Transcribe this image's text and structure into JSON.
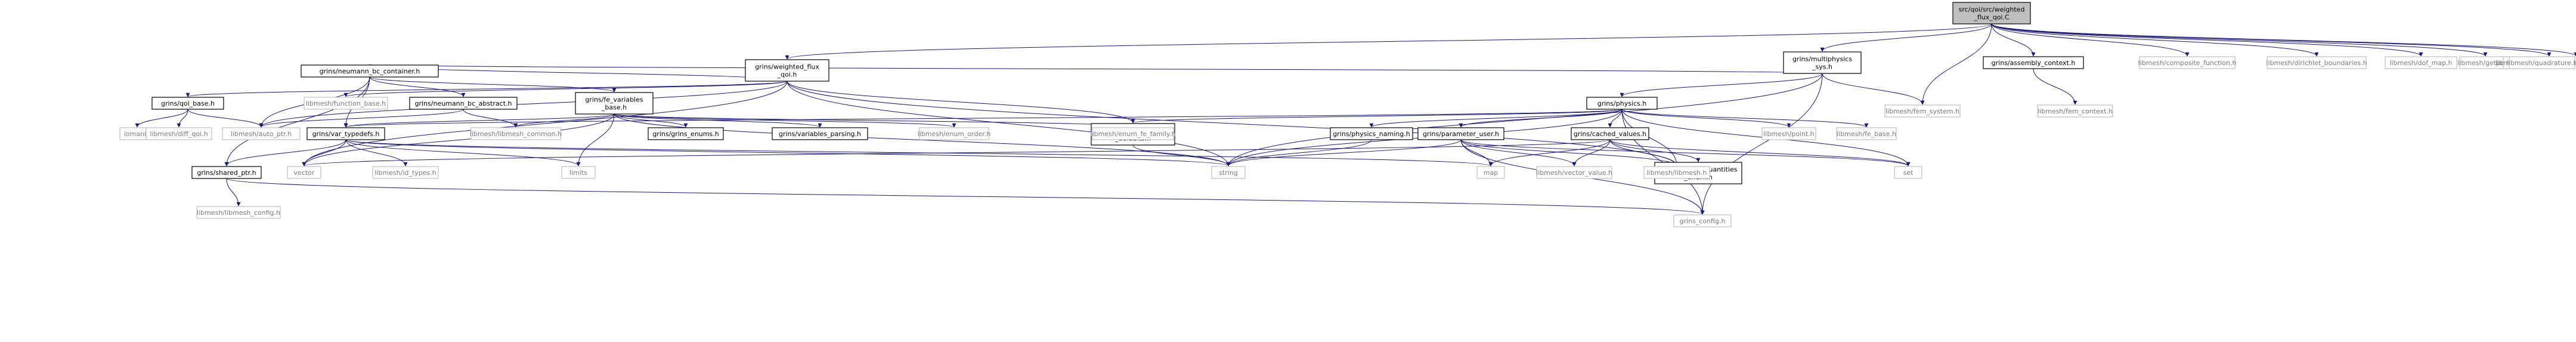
{
  "graph": {
    "colors": {
      "edge": "#191970",
      "root_fill": "#bfbfbf",
      "node_border": "#000000",
      "external_border": "#bfbfbf",
      "external_text": "#7a7a7a"
    },
    "nodes": [
      {
        "id": "root",
        "lines": [
          "src/qoi/src/weighted",
          "_flux_qoi.C"
        ],
        "kind": "root"
      },
      {
        "id": "wfqh",
        "lines": [
          "grins/weighted_flux",
          "_qoi.h"
        ],
        "kind": "box"
      },
      {
        "id": "nbch",
        "lines": [
          "grins/neumann_bc_container.h"
        ],
        "kind": "box"
      },
      {
        "id": "qbh",
        "lines": [
          "grins/qoi_base.h"
        ],
        "kind": "box"
      },
      {
        "id": "nbabs",
        "lines": [
          "grins/neumann_bc_abstract.h"
        ],
        "kind": "box"
      },
      {
        "id": "fevb",
        "lines": [
          "grins/fe_variables",
          "_base.h"
        ],
        "kind": "box"
      },
      {
        "id": "mps",
        "lines": [
          "grins/multiphysics",
          "_sys.h"
        ],
        "kind": "box"
      },
      {
        "id": "asm",
        "lines": [
          "grins/assembly_context.h"
        ],
        "kind": "box"
      },
      {
        "id": "phys",
        "lines": [
          "grins/physics.h"
        ],
        "kind": "box"
      },
      {
        "id": "vtd",
        "lines": [
          "grins/var_typedefs.h"
        ],
        "kind": "box"
      },
      {
        "id": "shp",
        "lines": [
          "grins/shared_ptr.h"
        ],
        "kind": "box"
      },
      {
        "id": "enums",
        "lines": [
          "grins/grins_enums.h"
        ],
        "kind": "box"
      },
      {
        "id": "vpar",
        "lines": [
          "grins/variables_parsing.h"
        ],
        "kind": "box"
      },
      {
        "id": "vnd",
        "lines": [
          "grins/variable_name",
          "_defaults.h"
        ],
        "kind": "box"
      },
      {
        "id": "pnam",
        "lines": [
          "grins/physics_naming.h"
        ],
        "kind": "box"
      },
      {
        "id": "puser",
        "lines": [
          "grins/parameter_user.h"
        ],
        "kind": "box"
      },
      {
        "id": "cval",
        "lines": [
          "grins/cached_values.h"
        ],
        "kind": "box"
      },
      {
        "id": "cqe",
        "lines": [
          "grins/cached_quantities",
          "_enum.h"
        ],
        "kind": "box"
      },
      {
        "id": "comp",
        "lines": [
          "libmesh/composite_function.h"
        ],
        "kind": "ext"
      },
      {
        "id": "dirb",
        "lines": [
          "libmesh/dirichlet_boundaries.h"
        ],
        "kind": "ext"
      },
      {
        "id": "dofm",
        "lines": [
          "libmesh/dof_map.h"
        ],
        "kind": "ext"
      },
      {
        "id": "getp",
        "lines": [
          "libmesh/getpot.h"
        ],
        "kind": "ext"
      },
      {
        "id": "parf",
        "lines": [
          "libmesh/parsed_function.h"
        ],
        "kind": "ext"
      },
      {
        "id": "quad",
        "lines": [
          "libmesh/quadrature.h"
        ],
        "kind": "ext"
      },
      {
        "id": "femsys",
        "lines": [
          "libmesh/fem_system.h"
        ],
        "kind": "ext"
      },
      {
        "id": "femctx",
        "lines": [
          "libmesh/fem_context.h"
        ],
        "kind": "ext"
      },
      {
        "id": "funcb",
        "lines": [
          "libmesh/function_base.h"
        ],
        "kind": "ext"
      },
      {
        "id": "iomanip",
        "lines": [
          "iomanip"
        ],
        "kind": "ext"
      },
      {
        "id": "diffqoi",
        "lines": [
          "libmesh/diff_qoi.h"
        ],
        "kind": "ext"
      },
      {
        "id": "autop",
        "lines": [
          "libmesh/auto_ptr.h"
        ],
        "kind": "ext"
      },
      {
        "id": "lmcom",
        "lines": [
          "libmesh/libmesh_common.h"
        ],
        "kind": "ext"
      },
      {
        "id": "enord",
        "lines": [
          "libmesh/enum_order.h"
        ],
        "kind": "ext"
      },
      {
        "id": "enfam",
        "lines": [
          "libmesh/enum_fe_family.h"
        ],
        "kind": "ext"
      },
      {
        "id": "vector",
        "lines": [
          "vector"
        ],
        "kind": "ext"
      },
      {
        "id": "idt",
        "lines": [
          "libmesh/id_types.h"
        ],
        "kind": "ext"
      },
      {
        "id": "limits",
        "lines": [
          "limits"
        ],
        "kind": "ext"
      },
      {
        "id": "string",
        "lines": [
          "string"
        ],
        "kind": "ext"
      },
      {
        "id": "map",
        "lines": [
          "map"
        ],
        "kind": "ext"
      },
      {
        "id": "vval",
        "lines": [
          "libmesh/vector_value.h"
        ],
        "kind": "ext"
      },
      {
        "id": "lm",
        "lines": [
          "libmesh/libmesh.h"
        ],
        "kind": "ext"
      },
      {
        "id": "set",
        "lines": [
          "set"
        ],
        "kind": "ext"
      },
      {
        "id": "pt",
        "lines": [
          "libmesh/point.h"
        ],
        "kind": "ext"
      },
      {
        "id": "feb",
        "lines": [
          "libmesh/fe_base.h"
        ],
        "kind": "ext"
      },
      {
        "id": "lmcfg",
        "lines": [
          "libmesh/libmesh_config.h"
        ],
        "kind": "ext"
      },
      {
        "id": "gcfg",
        "lines": [
          "grins_config.h"
        ],
        "kind": "ext"
      }
    ],
    "edges": [
      [
        "root",
        "wfqh"
      ],
      [
        "root",
        "mps"
      ],
      [
        "root",
        "asm"
      ],
      [
        "root",
        "comp"
      ],
      [
        "root",
        "dirb"
      ],
      [
        "root",
        "dofm"
      ],
      [
        "root",
        "getp"
      ],
      [
        "root",
        "parf"
      ],
      [
        "root",
        "quad"
      ],
      [
        "root",
        "femsys"
      ],
      [
        "wfqh",
        "nbch"
      ],
      [
        "wfqh",
        "qbh"
      ],
      [
        "wfqh",
        "funcb"
      ],
      [
        "wfqh",
        "autop"
      ],
      [
        "wfqh",
        "vnd"
      ],
      [
        "wfqh",
        "vector"
      ],
      [
        "wfqh",
        "string"
      ],
      [
        "wfqh",
        "lm"
      ],
      [
        "nbch",
        "nbabs"
      ],
      [
        "nbch",
        "fevb"
      ],
      [
        "nbch",
        "autop"
      ],
      [
        "nbch",
        "vtd"
      ],
      [
        "nbch",
        "shp"
      ],
      [
        "qbh",
        "iomanip"
      ],
      [
        "qbh",
        "diffqoi"
      ],
      [
        "qbh",
        "autop"
      ],
      [
        "nbabs",
        "lmcom"
      ],
      [
        "nbabs",
        "autop"
      ],
      [
        "fevb",
        "vtd"
      ],
      [
        "fevb",
        "lmcom"
      ],
      [
        "fevb",
        "enums"
      ],
      [
        "fevb",
        "vpar"
      ],
      [
        "fevb",
        "enord"
      ],
      [
        "fevb",
        "enfam"
      ],
      [
        "fevb",
        "string"
      ],
      [
        "fevb",
        "limits"
      ],
      [
        "fevb",
        "vector"
      ],
      [
        "mps",
        "phys"
      ],
      [
        "mps",
        "femsys"
      ],
      [
        "mps",
        "nbch"
      ],
      [
        "mps",
        "string"
      ],
      [
        "mps",
        "gcfg"
      ],
      [
        "asm",
        "femctx"
      ],
      [
        "phys",
        "vtd"
      ],
      [
        "phys",
        "vnd"
      ],
      [
        "phys",
        "pnam"
      ],
      [
        "phys",
        "puser"
      ],
      [
        "phys",
        "cval"
      ],
      [
        "phys",
        "pt"
      ],
      [
        "phys",
        "feb"
      ],
      [
        "phys",
        "set"
      ],
      [
        "phys",
        "string"
      ],
      [
        "phys",
        "lm"
      ],
      [
        "phys",
        "gcfg"
      ],
      [
        "vtd",
        "vector"
      ],
      [
        "vtd",
        "idt"
      ],
      [
        "vtd",
        "limits"
      ],
      [
        "vtd",
        "map"
      ],
      [
        "vtd",
        "string"
      ],
      [
        "vtd",
        "shp"
      ],
      [
        "shp",
        "lmcfg"
      ],
      [
        "shp",
        "gcfg"
      ],
      [
        "vnd",
        "string"
      ],
      [
        "pnam",
        "string"
      ],
      [
        "puser",
        "string"
      ],
      [
        "puser",
        "map"
      ],
      [
        "puser",
        "vval"
      ],
      [
        "puser",
        "lm"
      ],
      [
        "puser",
        "set"
      ],
      [
        "puser",
        "gcfg"
      ],
      [
        "cval",
        "cqe"
      ],
      [
        "cval",
        "vector"
      ],
      [
        "cval",
        "map"
      ],
      [
        "cval",
        "vval"
      ],
      [
        "cval",
        "lm"
      ],
      [
        "cval",
        "set"
      ]
    ]
  }
}
